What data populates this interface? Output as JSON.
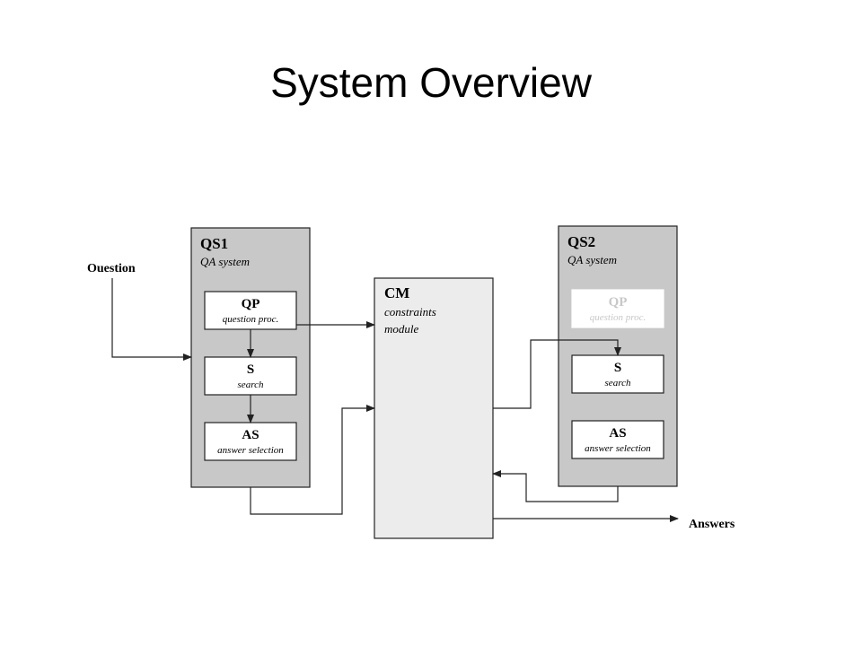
{
  "title": "System Overview",
  "diagram": {
    "input_label": "Ouestion",
    "output_label": "Answers",
    "qs1": {
      "name": "QS1",
      "subtitle": "QA system",
      "modules": [
        {
          "name": "QP",
          "desc": "question proc."
        },
        {
          "name": "S",
          "desc": "search"
        },
        {
          "name": "AS",
          "desc": "answer selection"
        }
      ]
    },
    "cm": {
      "name": "CM",
      "desc_line1": "constraints",
      "desc_line2": "module"
    },
    "qs2": {
      "name": "QS2",
      "subtitle": "QA system",
      "modules": [
        {
          "name": "QP",
          "desc": "question proc.",
          "disabled": true
        },
        {
          "name": "S",
          "desc": "search"
        },
        {
          "name": "AS",
          "desc": "answer selection"
        }
      ]
    }
  },
  "colors": {
    "system_fill": "#c8c8c8",
    "cm_fill": "#ececec",
    "module_fill": "#ffffff",
    "stroke": "#222222",
    "disabled_text": "#c8c8c8"
  }
}
